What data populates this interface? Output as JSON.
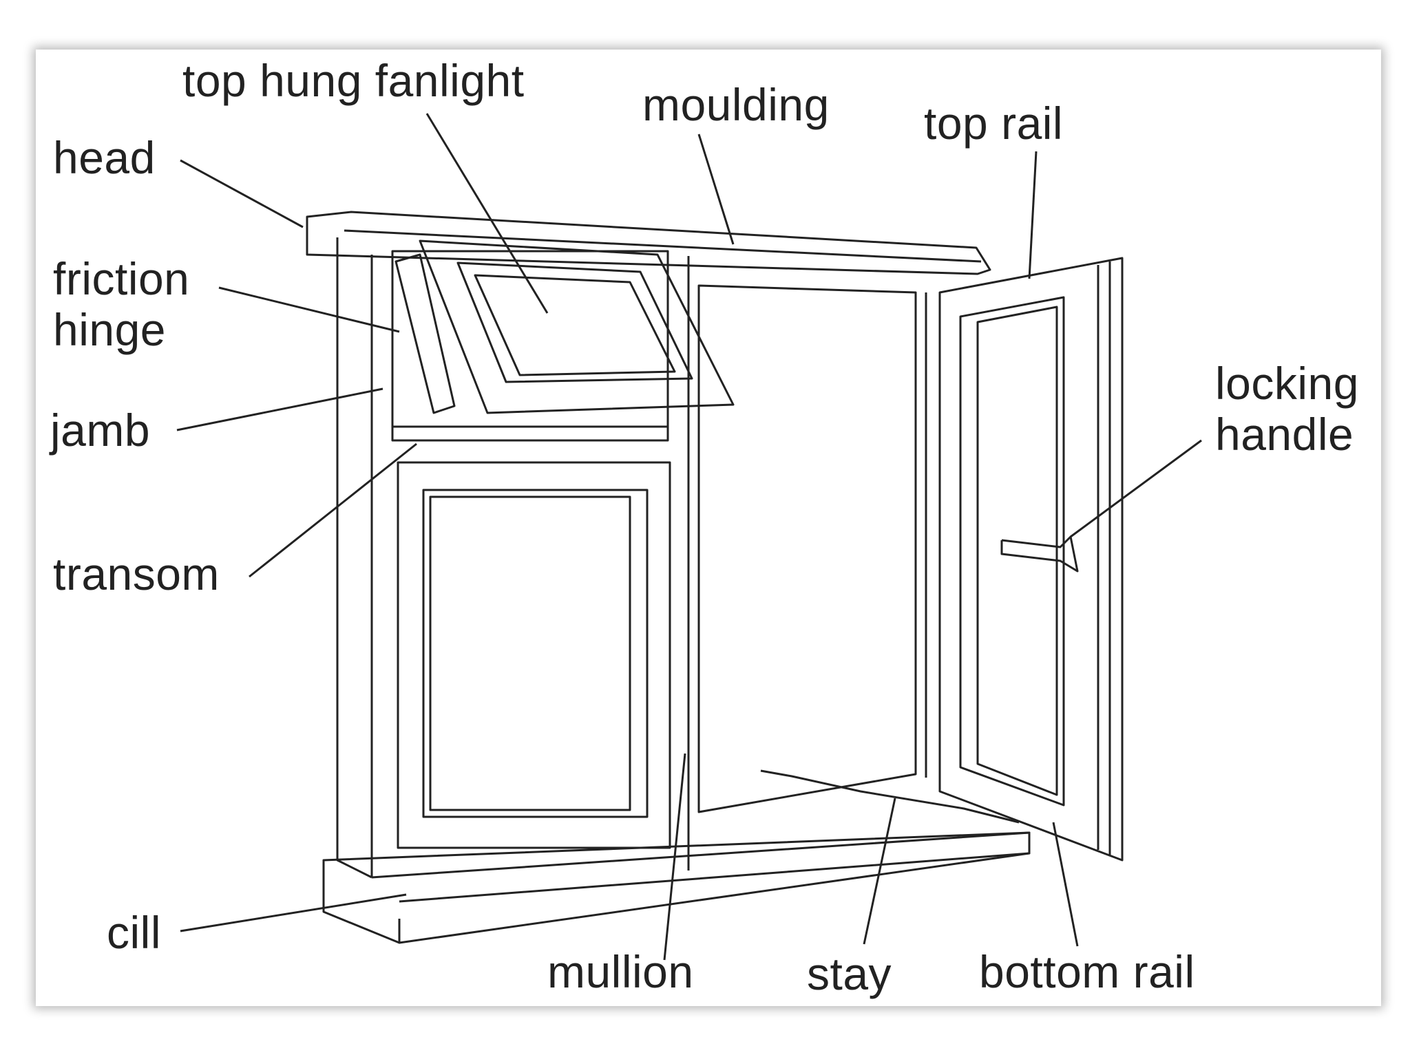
{
  "labels": {
    "top_hung_fanlight": "top hung fanlight",
    "moulding": "moulding",
    "top_rail": "top rail",
    "head": "head",
    "friction_hinge": [
      "friction",
      "hinge"
    ],
    "jamb": "jamb",
    "transom": "transom",
    "locking_handle": [
      "locking",
      "handle"
    ],
    "cill": "cill",
    "mullion": "mullion",
    "stay": "stay",
    "bottom_rail": "bottom rail"
  },
  "colors": {
    "line": "#222222",
    "background": "#ffffff"
  }
}
